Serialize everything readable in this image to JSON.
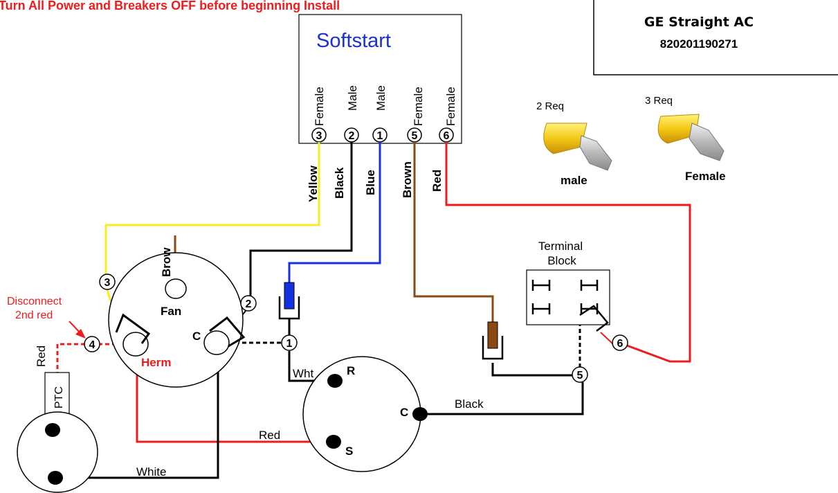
{
  "warning": "Turn All Power and Breakers OFF before beginning Install",
  "model": {
    "name": "GE Straight AC",
    "number": "820201190271"
  },
  "softstart": {
    "title": "Softstart",
    "pins": [
      {
        "gender": "Female",
        "num": "3"
      },
      {
        "gender": "Male",
        "num": "2"
      },
      {
        "gender": "Male",
        "num": "1"
      },
      {
        "gender": "Female",
        "num": "5"
      },
      {
        "gender": "Female",
        "num": "6"
      }
    ]
  },
  "wires": {
    "yellow": "Yellow",
    "black": "Black",
    "blue": "Blue",
    "brown": "Brown",
    "red": "Red"
  },
  "connectors": {
    "male_req": "2 Req",
    "male_label": "male",
    "female_req": "3 Req",
    "female_label": "Female"
  },
  "terminal_block": {
    "line1": "Terminal",
    "line2": "Block"
  },
  "capacitor": {
    "brow": "Brow",
    "fan": "Fan",
    "c": "C",
    "herm": "Herm"
  },
  "callout": {
    "line1": "Disconnect",
    "line2": "2nd red"
  },
  "nodes": {
    "n1": "1",
    "n2": "2",
    "n3": "3",
    "n4": "4",
    "n5": "5",
    "n6": "6"
  },
  "compressor": {
    "r": "R",
    "c": "C",
    "s": "S",
    "wht": "Wht",
    "black": "Black",
    "red": "Red"
  },
  "motor": {
    "ptc": "PTC",
    "red": "Red",
    "white": "White"
  },
  "colors": {
    "red": "#ee1c1c",
    "yellow": "#f5ec22",
    "blue": "#1530e0",
    "brown": "#8b4a14",
    "black": "#000000",
    "title_blue": "#1d2fd6",
    "connector_yellow": "#f2c21a"
  }
}
